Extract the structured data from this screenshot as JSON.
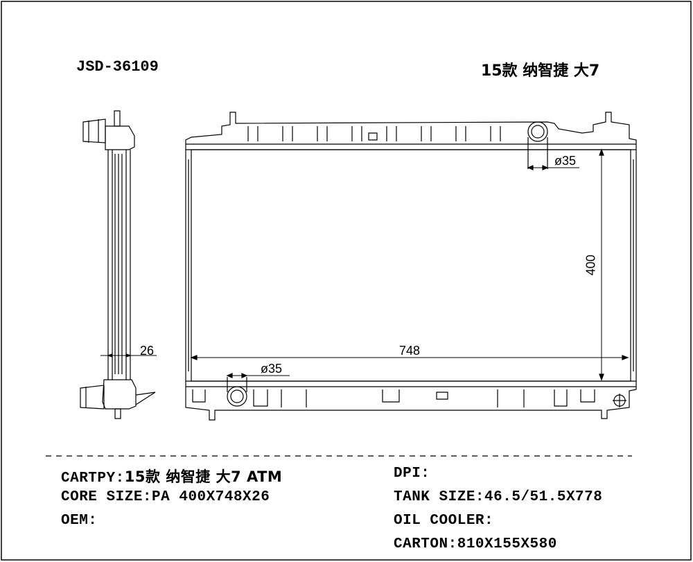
{
  "header": {
    "part_number": "JSD-36109",
    "model": "15款 纳智捷 大7"
  },
  "dimensions": {
    "width_label": "748",
    "height_label": "400",
    "thickness_label": "26",
    "top_port_label": "ø35",
    "bottom_port_label": "ø35"
  },
  "specs": {
    "cartpy_label": "CARTPY:",
    "cartpy_value": "15款 纳智捷 大7 ATM",
    "core_size_label": "CORE SIZE:",
    "core_size_value": "PA 400X748X26",
    "oem_label": "OEM:",
    "oem_value": "",
    "dpi_label": "DPI:",
    "dpi_value": "",
    "tank_size_label": "TANK SIZE:",
    "tank_size_value": "46.5/51.5X778",
    "oil_cooler_label": "OIL COOLER:",
    "oil_cooler_value": "",
    "carton_label": "CARTON:",
    "carton_value": "810X155X580"
  }
}
